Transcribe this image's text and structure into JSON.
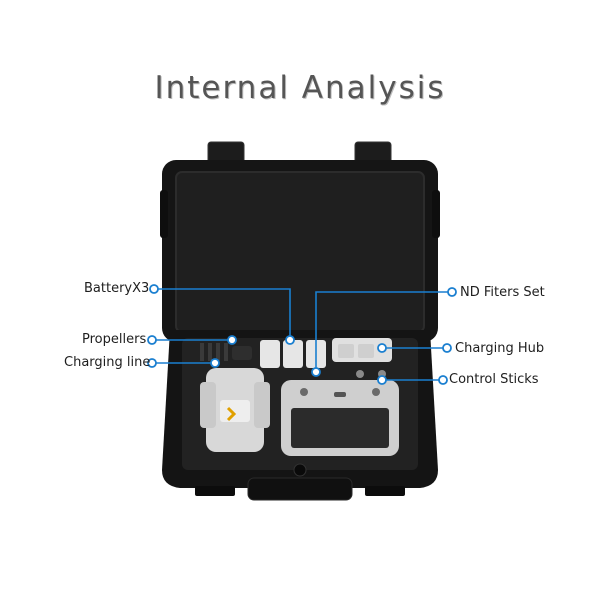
{
  "title": "Internal Analysis",
  "accent_color": "#1a7fd0",
  "case_color": "#151515",
  "callouts": [
    {
      "id": "battery",
      "label": "BatteryX3"
    },
    {
      "id": "propellers",
      "label": "Propellers"
    },
    {
      "id": "charging-line",
      "label": "Charging line"
    },
    {
      "id": "nd-filters",
      "label": "ND Fiters Set"
    },
    {
      "id": "charging-hub",
      "label": "Charging Hub"
    },
    {
      "id": "control-sticks",
      "label": "Control Sticks"
    }
  ]
}
